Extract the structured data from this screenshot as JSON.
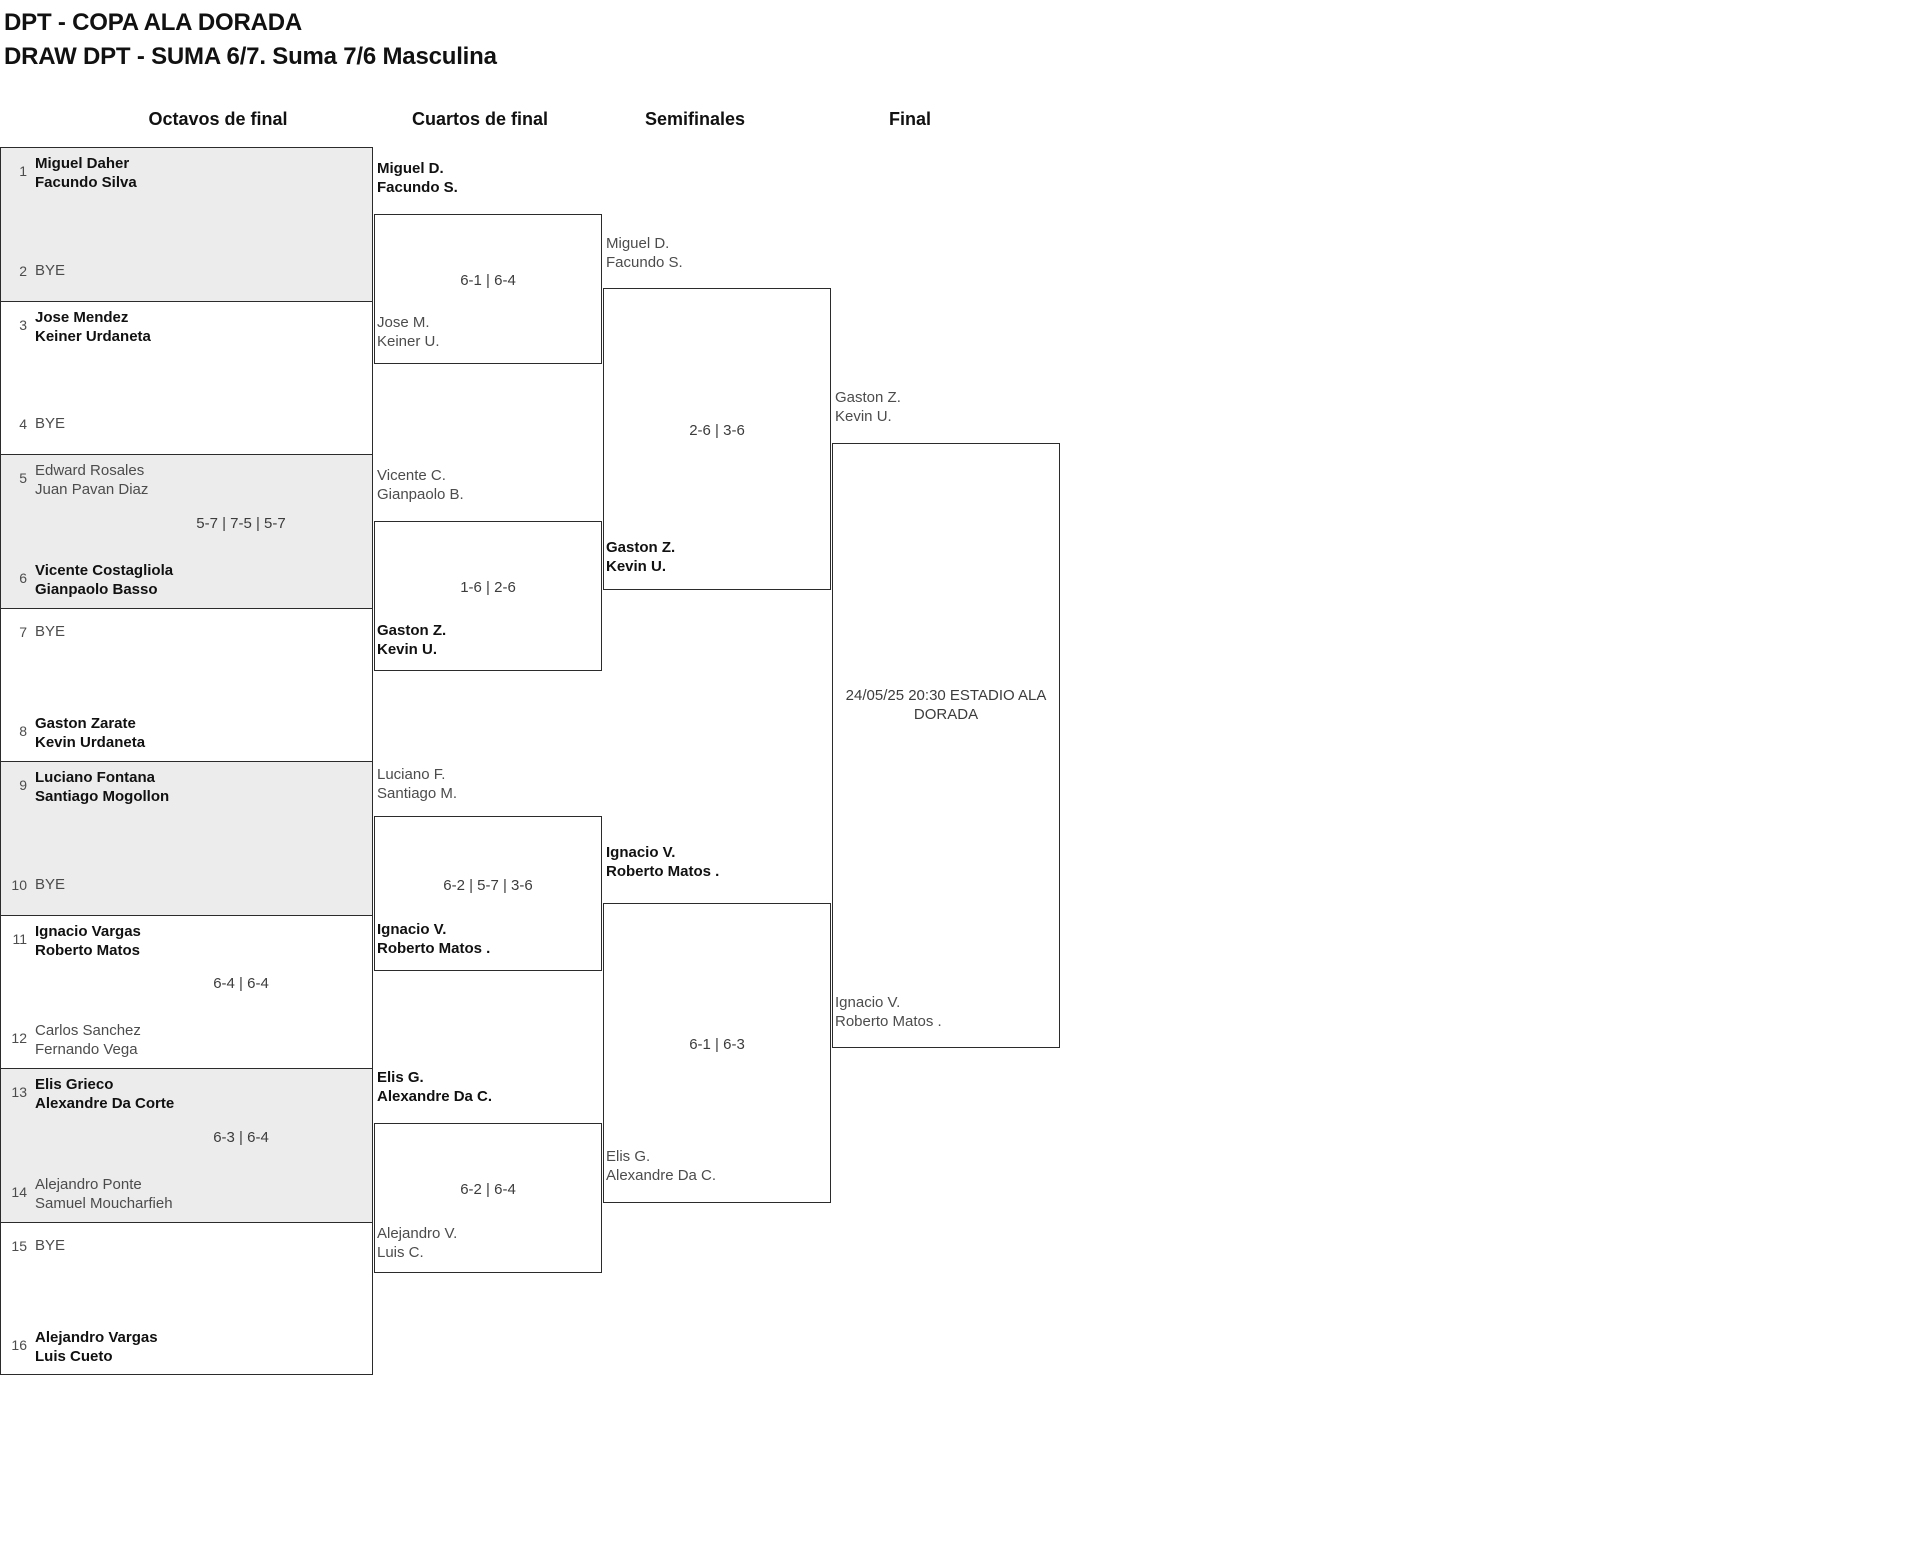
{
  "header": {
    "tournament": "DPT - COPA ALA DORADA",
    "draw": "DRAW DPT - SUMA 6/7. Suma 7/6 Masculina"
  },
  "rounds": [
    {
      "key": "r16",
      "label": "Octavos de final"
    },
    {
      "key": "qf",
      "label": "Cuartos de final"
    },
    {
      "key": "sf",
      "label": "Semifinales"
    },
    {
      "key": "f",
      "label": "Final"
    }
  ],
  "round_of_16": {
    "matches": [
      {
        "score": "",
        "top": {
          "seed": "1",
          "bye": false,
          "winner": true,
          "p1": "Miguel Daher",
          "p2": "Facundo Silva"
        },
        "bottom": {
          "seed": "2",
          "bye": true,
          "winner": false,
          "bye_label": "BYE"
        }
      },
      {
        "score": "",
        "top": {
          "seed": "3",
          "bye": false,
          "winner": true,
          "p1": "Jose Mendez",
          "p2": "Keiner Urdaneta"
        },
        "bottom": {
          "seed": "4",
          "bye": true,
          "winner": false,
          "bye_label": "BYE"
        }
      },
      {
        "score": "5-7 | 7-5 | 5-7",
        "top": {
          "seed": "5",
          "bye": false,
          "winner": false,
          "p1": "Edward Rosales",
          "p2": "Juan Pavan Diaz"
        },
        "bottom": {
          "seed": "6",
          "bye": false,
          "winner": true,
          "p1": "Vicente Costagliola",
          "p2": "Gianpaolo Basso"
        }
      },
      {
        "score": "",
        "top": {
          "seed": "7",
          "bye": true,
          "winner": false,
          "bye_label": "BYE"
        },
        "bottom": {
          "seed": "8",
          "bye": false,
          "winner": true,
          "p1": "Gaston Zarate",
          "p2": "Kevin Urdaneta"
        }
      },
      {
        "score": "",
        "top": {
          "seed": "9",
          "bye": false,
          "winner": true,
          "p1": "Luciano Fontana",
          "p2": "Santiago Mogollon"
        },
        "bottom": {
          "seed": "10",
          "bye": true,
          "winner": false,
          "bye_label": "BYE"
        }
      },
      {
        "score": "6-4 | 6-4",
        "top": {
          "seed": "11",
          "bye": false,
          "winner": true,
          "p1": "Ignacio Vargas",
          "p2": "Roberto Matos"
        },
        "bottom": {
          "seed": "12",
          "bye": false,
          "winner": false,
          "p1": "Carlos Sanchez",
          "p2": "Fernando Vega"
        }
      },
      {
        "score": "6-3 | 6-4",
        "top": {
          "seed": "13",
          "bye": false,
          "winner": true,
          "p1": "Elis Grieco",
          "p2": "Alexandre Da Corte"
        },
        "bottom": {
          "seed": "14",
          "bye": false,
          "winner": false,
          "p1": "Alejandro Ponte",
          "p2": "Samuel Moucharfieh"
        }
      },
      {
        "score": "",
        "top": {
          "seed": "15",
          "bye": true,
          "winner": false,
          "bye_label": "BYE"
        },
        "bottom": {
          "seed": "16",
          "bye": false,
          "winner": true,
          "p1": "Alejandro Vargas",
          "p2": "Luis Cueto"
        }
      }
    ]
  },
  "quarterfinals": {
    "matches": [
      {
        "score": "6-1 | 6-4",
        "top": {
          "winner": true,
          "p1": "Miguel D.",
          "p2": "Facundo S."
        },
        "bottom": {
          "winner": false,
          "p1": "Jose M.",
          "p2": "Keiner U."
        }
      },
      {
        "score": "1-6 | 2-6",
        "top": {
          "winner": false,
          "p1": "Vicente C.",
          "p2": "Gianpaolo B."
        },
        "bottom": {
          "winner": true,
          "p1": "Gaston Z.",
          "p2": "Kevin U."
        }
      },
      {
        "score": "6-2 | 5-7 | 3-6",
        "top": {
          "winner": false,
          "p1": "Luciano F.",
          "p2": "Santiago M."
        },
        "bottom": {
          "winner": true,
          "p1": "Ignacio V.",
          "p2": "Roberto Matos ."
        }
      },
      {
        "score": "6-2 | 6-4",
        "top": {
          "winner": true,
          "p1": "Elis G.",
          "p2": "Alexandre Da C."
        },
        "bottom": {
          "winner": false,
          "p1": "Alejandro V.",
          "p2": "Luis C."
        }
      }
    ]
  },
  "semifinals": {
    "matches": [
      {
        "score": "2-6 | 3-6",
        "top": {
          "winner": false,
          "p1": "Miguel D.",
          "p2": "Facundo S."
        },
        "bottom": {
          "winner": true,
          "p1": "Gaston Z.",
          "p2": "Kevin U."
        }
      },
      {
        "score": "6-1 | 6-3",
        "top": {
          "winner": true,
          "p1": "Ignacio V.",
          "p2": "Roberto Matos ."
        },
        "bottom": {
          "winner": false,
          "p1": "Elis G.",
          "p2": "Alexandre Da C."
        }
      }
    ]
  },
  "final": {
    "match": {
      "venue": "24/05/25 20:30 ESTADIO ALA DORADA",
      "top": {
        "winner": false,
        "p1": "Gaston Z.",
        "p2": "Kevin U."
      },
      "bottom": {
        "winner": false,
        "p1": "Ignacio V.",
        "p2": "Roberto Matos ."
      }
    }
  }
}
